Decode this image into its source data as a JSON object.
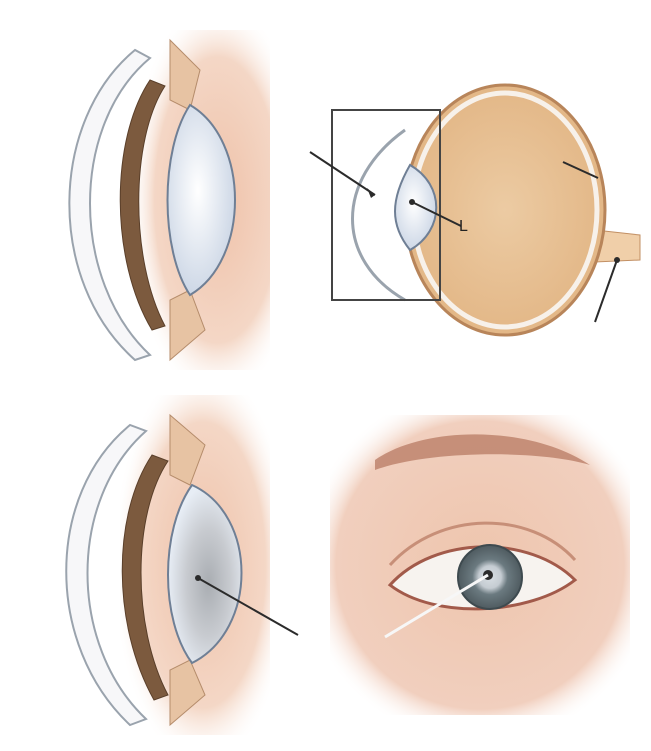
{
  "figure": {
    "description_free": true,
    "panels": [
      {
        "id": "normal-lens-cross-section",
        "icon": "lens-cross-section"
      },
      {
        "id": "whole-eye-cross-section",
        "icon": "eye-globe"
      },
      {
        "id": "cataract-lens-cross-section",
        "icon": "opaque-lens-cross-section"
      },
      {
        "id": "cataract-eye-external",
        "icon": "external-eye"
      }
    ],
    "callout_letter": "L"
  },
  "colors": {
    "background": "#ffffff",
    "skin_tone": "#f0c9b4",
    "globe_fill": "#e9c49a",
    "lens_clear": "#e8eef6",
    "lens_opaque": "#bfc3c8",
    "iris": "#6b7a80",
    "sclera": "#f7f3ef",
    "leader_line": "#2b2b2b"
  }
}
